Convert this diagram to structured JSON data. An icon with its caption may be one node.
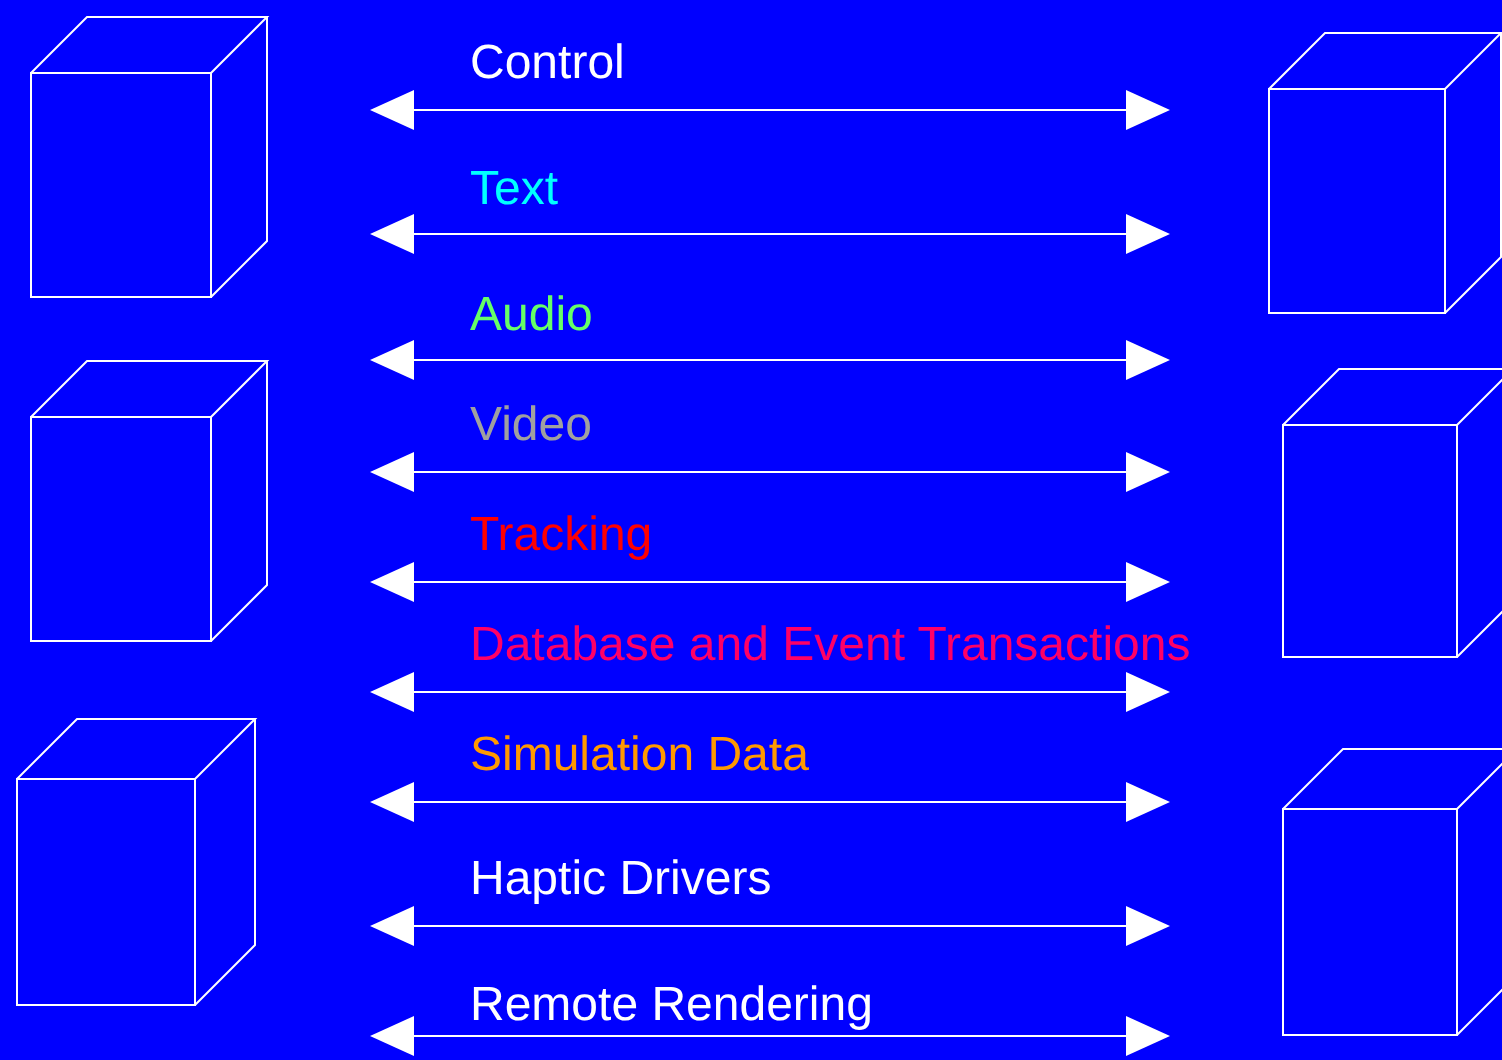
{
  "diagram": {
    "nodes": [
      {
        "text": [],
        "shape": "cube"
      },
      {
        "text": [],
        "shape": "cube"
      },
      {
        "text": [],
        "shape": "cube"
      },
      {
        "text": [],
        "shape": "cube"
      },
      {
        "text": [],
        "shape": "cube"
      },
      {
        "text": [],
        "shape": "cube"
      }
    ],
    "labels": [
      "Control",
      "Text",
      "Audio",
      "Video",
      "Tracking",
      "Database and Event Transactions",
      "Simulation Data",
      "Haptic Drivers",
      "Remote Rendering"
    ]
  }
}
